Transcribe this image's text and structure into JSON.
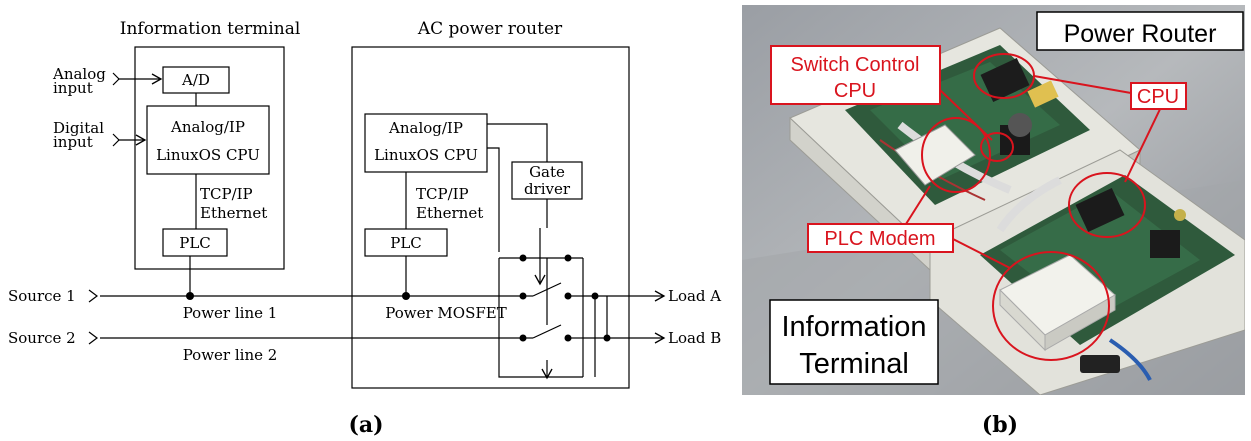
{
  "panel_a": {
    "info_terminal_title": "Information terminal",
    "power_router_title": "AC power router",
    "analog_input": [
      "Analog",
      "input"
    ],
    "digital_input": [
      "Digital",
      "input"
    ],
    "ad_block": "A/D",
    "cpu_block": [
      "Analog/IP",
      "LinuxOS CPU"
    ],
    "tcpip_label": [
      "TCP/IP",
      "Ethernet"
    ],
    "plc_block": "PLC",
    "gate_driver": [
      "Gate",
      "driver"
    ],
    "source_1": "Source 1",
    "source_2": "Source 2",
    "power_line_1": "Power line 1",
    "power_line_2": "Power line 2",
    "power_mosfet": "Power MOSFET",
    "load_a": "Load A",
    "load_b": "Load B",
    "caption": "(a)"
  },
  "panel_b": {
    "power_router_label": "Power Router",
    "switch_control_cpu": [
      "Switch Control",
      "CPU"
    ],
    "cpu_label": "CPU",
    "plc_modem": "PLC Modem",
    "information_terminal": [
      "Information",
      "Terminal"
    ],
    "caption": "(b)"
  },
  "colors": {
    "callout_red": "#d9141e",
    "line": "#000000",
    "case_white": "#e8e8e2",
    "board_green": "#2f5a3c"
  }
}
